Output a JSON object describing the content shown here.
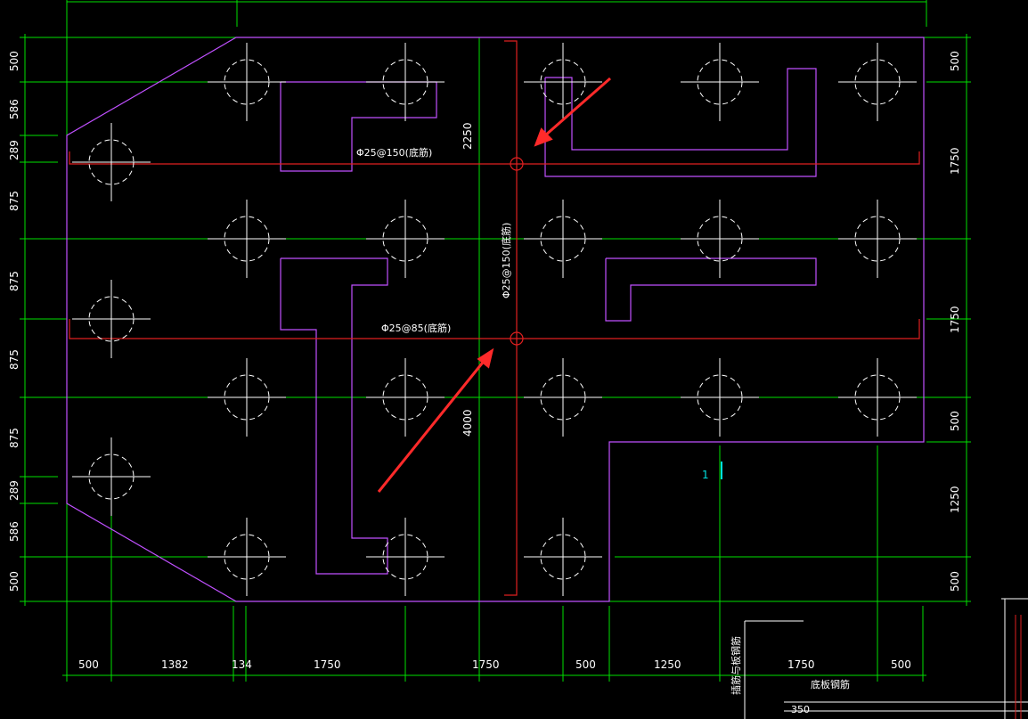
{
  "colors": {
    "background": "#000000",
    "dimension": "#00e000",
    "outline": "#c050ff",
    "rebar": "#e02020",
    "pile": "#ffffff",
    "text": "#ffffff",
    "arrow": "#ff2a2a"
  },
  "dimensions": {
    "bottom": [
      "500",
      "1382",
      "134",
      "1750",
      "1750",
      "500",
      "1250",
      "1750",
      "500"
    ],
    "left": [
      "500",
      "586",
      "289",
      "875",
      "875",
      "875",
      "875",
      "289",
      "586",
      "500"
    ],
    "right": [
      "500",
      "1750",
      "1750",
      "500",
      "1250",
      "500"
    ],
    "vertical_center": [
      "2250",
      "4000"
    ]
  },
  "rebar_labels": {
    "top_horizontal": "Φ25@150(底筋)",
    "middle_horizontal": "Φ25@85(底筋)",
    "vertical": "Φ25@150(底筋)"
  },
  "section_mark": "1",
  "side_labels": {
    "vertical_note": "插筋与板钢筋",
    "bottom_note": "底板钢筋",
    "bottom_dim": "350"
  }
}
